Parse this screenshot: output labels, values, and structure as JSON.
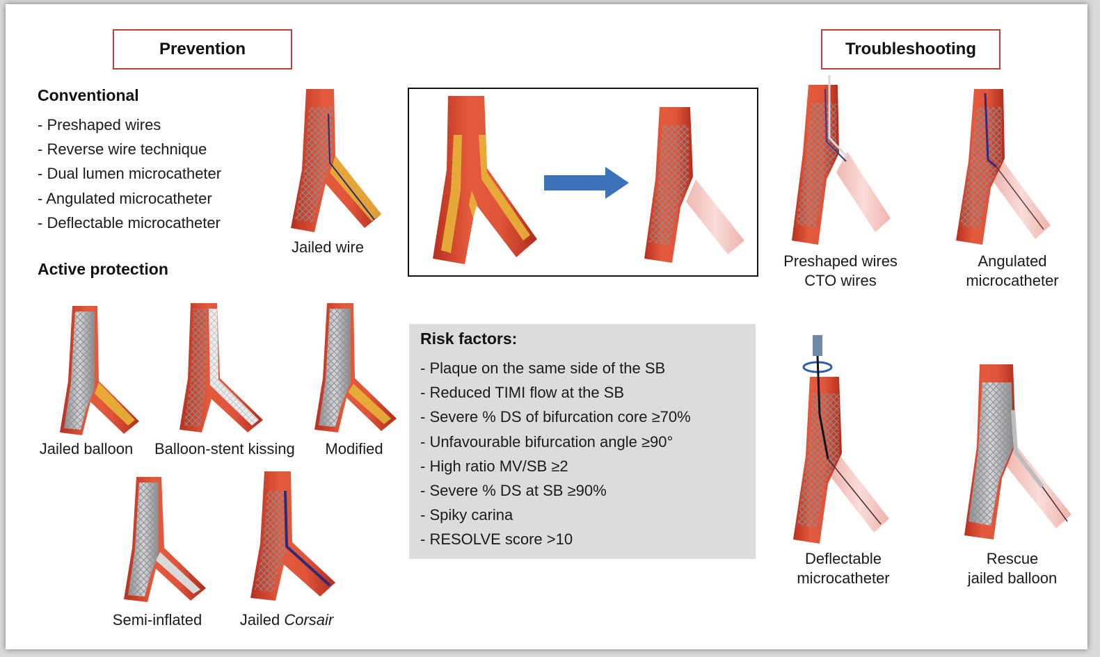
{
  "prevention": {
    "header": "Prevention",
    "conventional": {
      "heading": "Conventional",
      "items": [
        "- Preshaped wires",
        "- Reverse wire technique",
        "- Dual lumen microcatheter",
        "- Angulated microcatheter",
        "- Deflectable microcatheter"
      ],
      "figure_caption": "Jailed wire"
    },
    "active_protection": {
      "heading": "Active protection",
      "captions": {
        "jailed_balloon": "Jailed balloon",
        "balloon_stent_kissing": "Balloon-stent kissing",
        "modified": "Modified",
        "semi_inflated": "Semi-inflated",
        "jailed_corsair_prefix": "Jailed ",
        "jailed_corsair_italic": "Corsair"
      }
    }
  },
  "risk_factors": {
    "title": "Risk factors:",
    "items": [
      "- Plaque on the same side of the SB",
      "- Reduced TIMI flow at the SB",
      "- Severe % DS of bifurcation core ≥70%",
      "- Unfavourable bifurcation angle ≥90°",
      "- High ratio MV/SB ≥2",
      "- Severe % DS at SB ≥90%",
      "- Spiky carina",
      "- RESOLVE score >10"
    ]
  },
  "troubleshooting": {
    "header": "Troubleshooting",
    "captions": {
      "preshaped_line1": "Preshaped wires",
      "preshaped_line2": "CTO wires",
      "angulated_line1": "Angulated",
      "angulated_line2": "microcatheter",
      "deflectable_line1": "Deflectable",
      "deflectable_line2": "microcatheter",
      "rescue_line1": "Rescue",
      "rescue_line2": "jailed balloon"
    }
  },
  "colors": {
    "header_border": "#b5443a",
    "vessel_red": "#d9442c",
    "vessel_dark": "#b8301e",
    "plaque_yellow": "#e8b43a",
    "occluded_pink": "#f5c9c4",
    "arrow_blue": "#3b73b9",
    "risk_panel_bg": "#dcdcdc"
  }
}
